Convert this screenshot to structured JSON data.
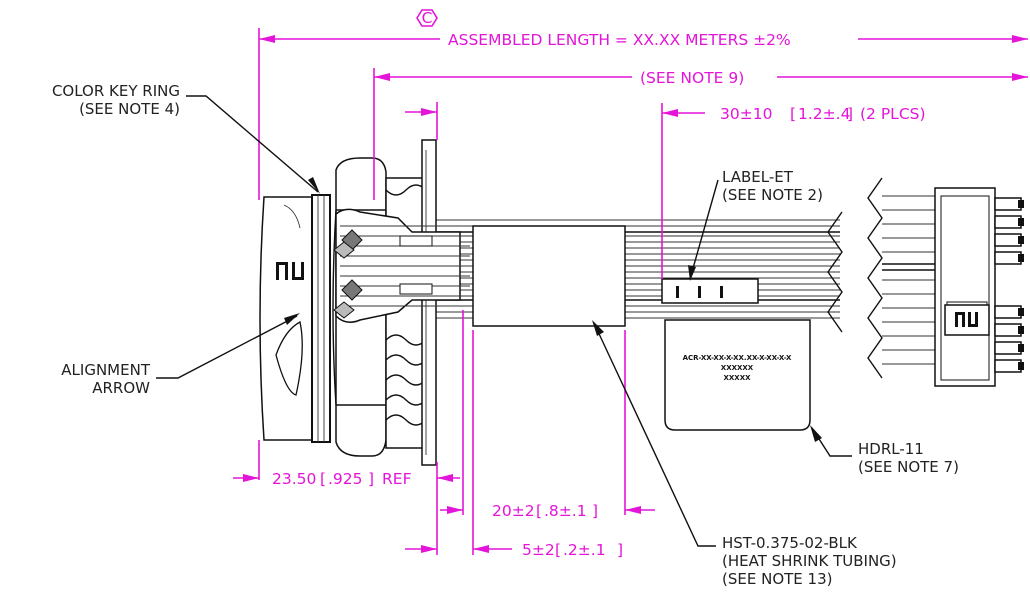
{
  "colors": {
    "dimension": "#e414d8",
    "linework": "#111111"
  },
  "dimensions": {
    "control_symbol": "C",
    "assembled_length": "ASSEMBLED LENGTH = XX.XX METERS ±2%",
    "see_note_9": "(SEE NOTE 9)",
    "label_offset": "30±10",
    "label_offset_inch": "1.2±.4",
    "label_offset_count": "(2 PLCS)",
    "connector_ref": "23.50",
    "connector_ref_inch": ".925",
    "connector_ref_suffix": "REF",
    "shrink_length": "20±2",
    "shrink_length_inch": ".8±.1",
    "shrink_offset": "5±2",
    "shrink_offset_inch": ".2±.1"
  },
  "callouts": {
    "color_key_ring": [
      "COLOR KEY RING",
      "(SEE NOTE 4)"
    ],
    "alignment_arrow": [
      "ALIGNMENT",
      "ARROW"
    ],
    "label_et": [
      "LABEL-ET",
      "(SEE NOTE 2)"
    ],
    "hdrl": [
      "HDRL-11",
      "(SEE NOTE 7)"
    ],
    "heat_shrink": [
      "HST-0.375-02-BLK",
      "(HEAT SHRINK TUBING)",
      "(SEE NOTE 13)"
    ]
  },
  "tag": {
    "part_number": "ACR-XX-XX-X-XX.XX-X-XX-X-X",
    "line2": "XXXXXX",
    "line3": "XXXXX"
  }
}
